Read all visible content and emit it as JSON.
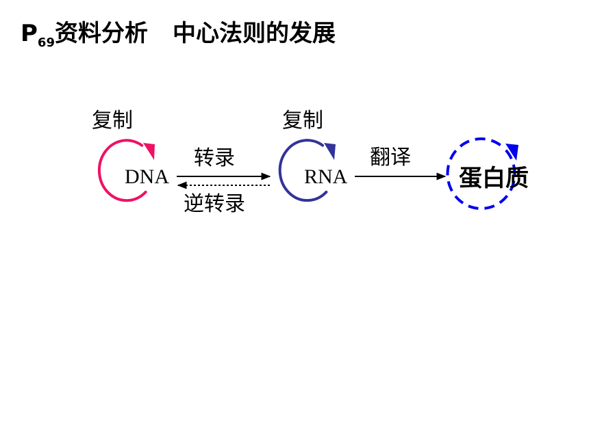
{
  "title": {
    "prefix": "P",
    "subscript": "69",
    "section": "资料分析",
    "topic": "中心法则的发展"
  },
  "diagram": {
    "nodes": [
      {
        "label": "DNA",
        "loop_label": "复制",
        "loop_color": "#ee1166",
        "loop_style": "solid"
      },
      {
        "label": "RNA",
        "loop_label": "复制",
        "loop_color": "#333399",
        "loop_style": "solid"
      },
      {
        "label": "蛋白质",
        "loop_color": "#0000ee",
        "loop_style": "dashed"
      }
    ],
    "edges": [
      {
        "from": "DNA",
        "to": "RNA",
        "label": "转录",
        "style": "solid"
      },
      {
        "from": "RNA",
        "to": "DNA",
        "label": "逆转录",
        "style": "dotted"
      },
      {
        "from": "RNA",
        "to": "蛋白质",
        "label": "翻译",
        "style": "solid"
      }
    ]
  }
}
